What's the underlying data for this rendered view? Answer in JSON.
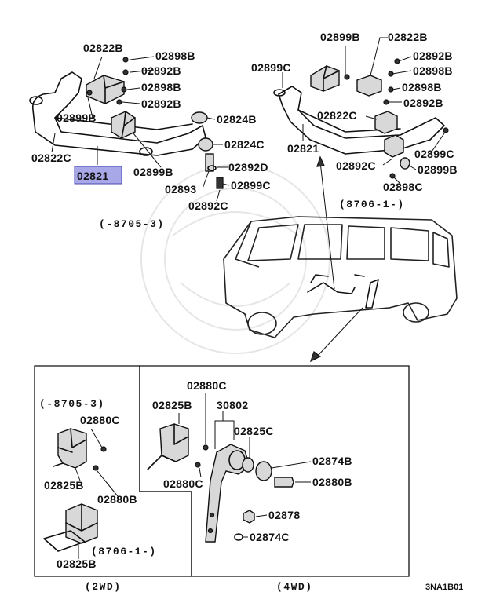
{
  "labels": {
    "tl_02822B": "02822B",
    "tl_02898B_1": "02898B",
    "tl_02892B_1": "02892B",
    "tl_02898B_2": "02898B",
    "tl_02892B_2": "02892B",
    "tl_02899B": "02899B",
    "tl_02824B": "02824B",
    "tl_02824C": "02824C",
    "tl_02822C": "02822C",
    "tl_02821": "02821",
    "tl_02899B_2": "02899B",
    "tl_02892D": "02892D",
    "tl_02893": "02893",
    "tl_02899C": "02899C",
    "tl_02892C": "02892C",
    "tl_date": "(-8705-3)",
    "tr_02899B": "02899B",
    "tr_02822B": "02822B",
    "tr_02899C": "02899C",
    "tr_02892B_1": "02892B",
    "tr_02898B": "02898B",
    "tr_02892B_2": "02892B",
    "tr_02822C": "02822C",
    "tr_02821": "02821",
    "tr_02899C_2": "02899C",
    "tr_02892C": "02892C",
    "tr_02899B_2": "02899B",
    "tr_02898C": "02898C",
    "tr_date": "(8706-1-)",
    "b2_date1": "(-8705-3)",
    "b2_02880C": "02880C",
    "b2_02825B": "02825B",
    "b2_02880B": "02880B",
    "b2_date2": "(8706-1-)",
    "b2_02825B_2": "02825B",
    "b4_02880C": "02880C",
    "b4_02825B": "02825B",
    "b4_30802": "30802",
    "b4_02825C": "02825C",
    "b4_02874B": "02874B",
    "b4_02880B": "02880B",
    "b4_02880C_2": "02880C",
    "b4_02878": "02878",
    "b4_02874C": "02874C",
    "cap_2wd": "(2WD)",
    "cap_4wd": "(4WD)",
    "code": "3NA1B01"
  },
  "highlight_part": "02821",
  "colors": {
    "highlight": "#a8a8e8",
    "line": "#111111"
  }
}
